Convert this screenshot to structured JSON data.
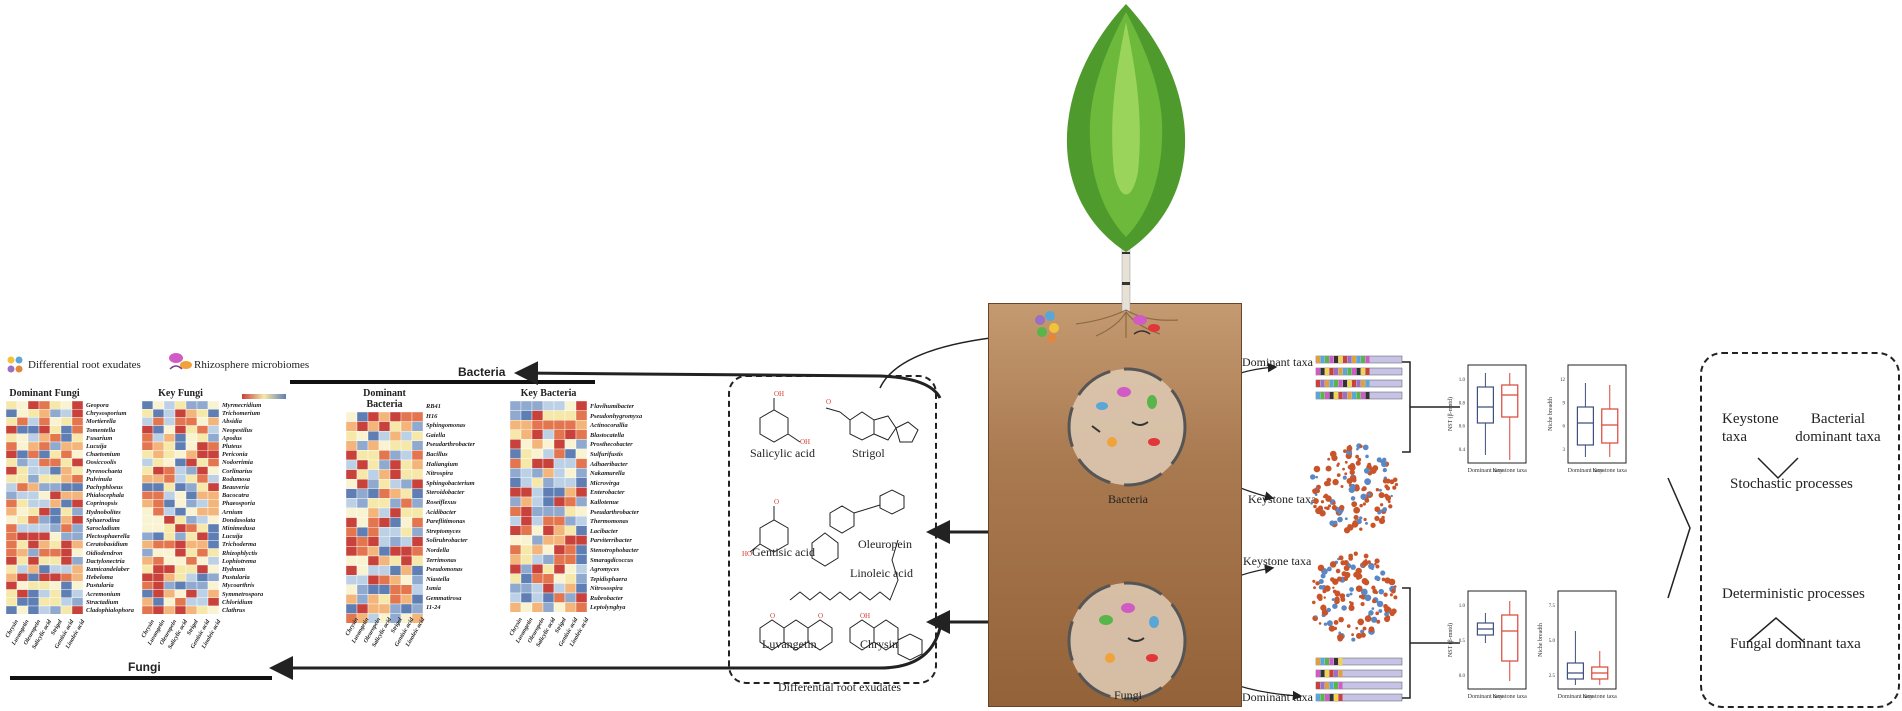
{
  "legend": {
    "exudates_label": "Differential root exudates",
    "microbiome_label": "Rhizosphere microbiomes"
  },
  "group_labels": {
    "bacteria": "Bacteria",
    "fungi": "Fungi"
  },
  "heatmap_columns": [
    "Chrysin",
    "Luvangetin",
    "Oleuropein",
    "Salicylic acid",
    "Strigol",
    "Gentisic acid",
    "Linoleic acid"
  ],
  "heatmaps": [
    {
      "title": "Dominant Fungi",
      "taxa": [
        "Geopora",
        "Chrysosporium",
        "Mortierella",
        "Tomentella",
        "Fusarium",
        "Lucuija",
        "Chaetomium",
        "Oosiccoolis",
        "Pyrenochaeta",
        "Pulvinula",
        "Pachyphloeus",
        "Phialocephala",
        "Coprinopsis",
        "Hydnobolites",
        "Sphaerodina",
        "Sarocladium",
        "Plectosphaerella",
        "Ceratobasidium",
        "Oidiodendron",
        "Dactylonectria",
        "Ramicandelaber",
        "Hebeloma",
        "Pustularia",
        "Acremonium",
        "Stractadium",
        "Cladophialophora"
      ]
    },
    {
      "title": "Key Fungi",
      "taxa": [
        "Myrmecridium",
        "Trichomerium",
        "Absidia",
        "Neopestilus",
        "Apodus",
        "Pluteus",
        "Periconia",
        "Nodorrimia",
        "Corlinarius",
        "Rodumosa",
        "Beauveria",
        "Bacocatra",
        "Phaeosporia",
        "Arnium",
        "Dondasolata",
        "Minimedusa",
        "Lucuija",
        "Trichoderma",
        "Rhizophlyctis",
        "Lophiotrema",
        "Hydnum",
        "Pustularia",
        "Mycoarthris",
        "Symmetrospora",
        "Chloridium",
        "Clathrus"
      ]
    },
    {
      "title": "Dominant Bacteria",
      "taxa": [
        "RB41",
        "H16",
        "Sphingomonas",
        "Gaiella",
        "Pseudarthrobacter",
        "Bacillus",
        "Haliangium",
        "Nitrospira",
        "Sphingobacterium",
        "Steroidobacter",
        "Roseiflexus",
        "Acidibacter",
        "Pareflitimonas",
        "Streptomyces",
        "Solirubrobacter",
        "Nordella",
        "Terrimonas",
        "Pseudomonas",
        "Niastella",
        "Ismia",
        "Gemmatirosa",
        "11-24"
      ]
    },
    {
      "title": "Key Bacteria",
      "taxa": [
        "Flavihumibacter",
        "Pseudonhygromyxa",
        "Actinocorallia",
        "Blastocatella",
        "Prosthecobacter",
        "Sulfurifustis",
        "Adhaeribacter",
        "Nakamurella",
        "Microvirga",
        "Enterobacter",
        "Kallotenue",
        "Pseudarthrobacter",
        "Thermomonas",
        "Lacibacter",
        "Parviterribacter",
        "Stenotrophobacter",
        "Smaragdicoccus",
        "Agromyces",
        "Tepidisphaera",
        "Nitrosospira",
        "Rubrobacter",
        "Leptolyngbya"
      ]
    }
  ],
  "metabolites": [
    "Salicylic acid",
    "Strigol",
    "Gentisic acid",
    "Oleuropein",
    "Linoleic acid",
    "Luvangetin",
    "Chrysin"
  ],
  "exudates_caption": "Differential root exudates",
  "soil": {
    "bacteria_label": "Bacteria",
    "fungi_label": "Fungi"
  },
  "taxa_labels": {
    "dominant": "Dominant taxa",
    "keystone": "Keystone taxa"
  },
  "boxplots": {
    "nst_ylabel": "NST (β-mntd)",
    "niche_ylabel": "Niche breadth",
    "categories": [
      "Dominant taxa",
      "Keystone taxa"
    ],
    "bacteria_nst_ticks": [
      "1.0",
      "0.8",
      "0.6",
      "0.4"
    ],
    "bacteria_niche_ticks": [
      "12",
      "9",
      "6",
      "3"
    ],
    "fungi_nst_ticks": [
      "1.0",
      "0.5",
      "0.0"
    ],
    "fungi_niche_ticks": [
      "7.5",
      "5.0",
      "2.5"
    ]
  },
  "conclusion": {
    "keystone": "Keystone taxa",
    "bacterial_dominant": "Bacterial dominant taxa",
    "stochastic": "Stochastic processes",
    "deterministic": "Deterministic processes",
    "fungal_dominant": "Fungal dominant taxa"
  },
  "colors": {
    "heat_red": "#c8413a",
    "heat_yellow": "#f6e8a8",
    "heat_blue": "#5f7fb4",
    "soil": "#a97950",
    "box_blue": "#3f4f7f",
    "box_red": "#d9473a"
  }
}
